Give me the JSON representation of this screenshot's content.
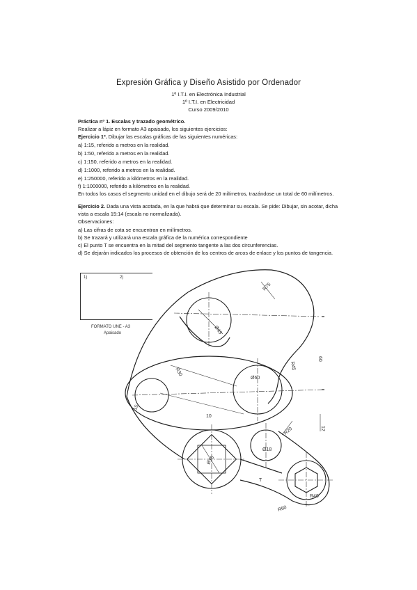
{
  "header": {
    "title": "Expresión Gráfica y Diseño Asistido por Ordenador",
    "line2": "1º I.T.I. en Electrónica Industrial",
    "line3": "1º I.T.I. en Electricidad",
    "line4": "Curso 2009/2010"
  },
  "practice": {
    "heading": "Práctica nº 1. Escalas y trazado geométrico.",
    "intro": "Realizar a lápiz en formato A3 apaisado, los siguientes ejercicios:",
    "ex1_label": "Ejercicio 1º.",
    "ex1_text": " Dibujar las escalas gráficas de las siguientes numéricas:",
    "ex1_items": [
      "a) 1:15, referido a metros en la realidad.",
      "b) 1:50, referido a metros en la realidad.",
      "c) 1:150, referido a metros en la realidad.",
      "d) 1:1000, referido a metros en la realidad.",
      "e) 1:250000, referido a kilómetros en la realidad.",
      "f) 1:1000000, referido a kilómetros en la realidad."
    ],
    "ex1_note": "En todos los casos el segmento unidad en el dibujo será de 20 milímetros, trazándose un total de 60 milímetros.",
    "ex2_label": "Ejercicio 2.",
    "ex2_text": " Dada una vista acotada, en la que habrá que determinar su escala. Se pide: Dibujar, sin acotar, dicha",
    "ex2_text2": "vista a escala 15:14 (escala no normalizada).",
    "obs_label": "Observaciones:",
    "obs_items": [
      "a) Las cifras de cota se encuentran en milímetros.",
      "b) Se trazará y utilizará una escala gráfica de la numérica correspondiente",
      "c) El punto T se encuentra en la mitad del segmento tangente a las dos circunferencias.",
      "d) Se dejarán indicados los procesos de obtención de los centros de arcos de enlace y los puntos de tangencia."
    ]
  },
  "frame": {
    "label_1": "1)",
    "label_2": "2)",
    "caption1": "FORMATO UNE - A3",
    "caption2": "Apaisado"
  },
  "dims": {
    "d1": "R75",
    "d2": "Ø43",
    "d3": "R45",
    "d4": "R30",
    "d5": "Ø60",
    "d6": "15",
    "d7": "10",
    "d8": "60",
    "d9": "12",
    "d10": "Ø35",
    "d11": "Ø18",
    "d12": "R20",
    "d13": "R40",
    "d14": "T",
    "d15": "R60"
  }
}
